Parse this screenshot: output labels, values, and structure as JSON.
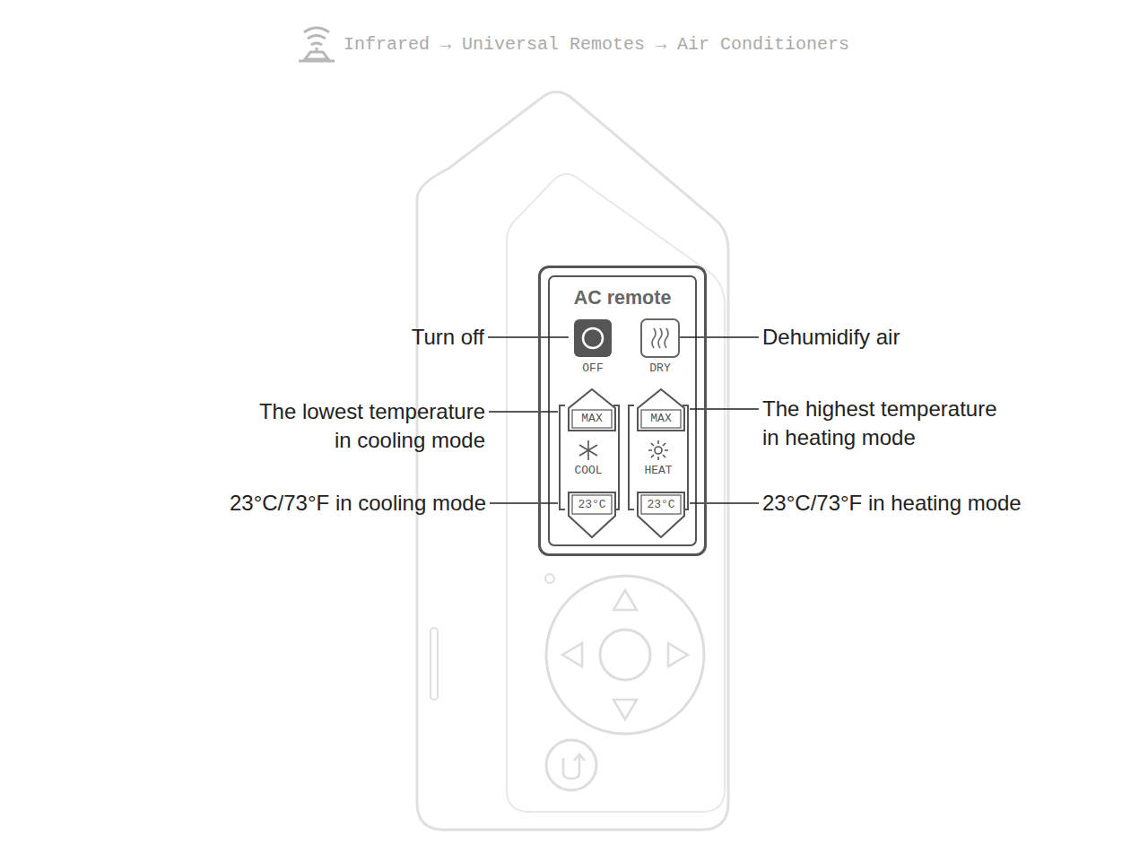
{
  "diagram": {
    "title": "Infrared → Universal Remotes → Air Conditioners",
    "nodes": [
      {
        "text": [
          "AC remote"
        ]
      },
      {
        "text": [
          "OFF"
        ],
        "in": 0
      },
      {
        "text": [
          "DRY"
        ],
        "in": 0
      },
      {
        "text": [
          "MAX"
        ],
        "in": 0
      },
      {
        "text": [
          "MAX"
        ],
        "in": 0
      },
      {
        "text": [
          "23°C"
        ],
        "in": 0
      },
      {
        "text": [
          "23°C"
        ],
        "in": 0
      }
    ],
    "labels": [
      "Turn off",
      "Dehumidify air",
      "The lowest temperature in cooling mode",
      "The highest temperature in heating mode",
      "COOL",
      "HEAT",
      "23°C/73°F in cooling mode",
      "23°C/73°F in heating mode"
    ]
  }
}
